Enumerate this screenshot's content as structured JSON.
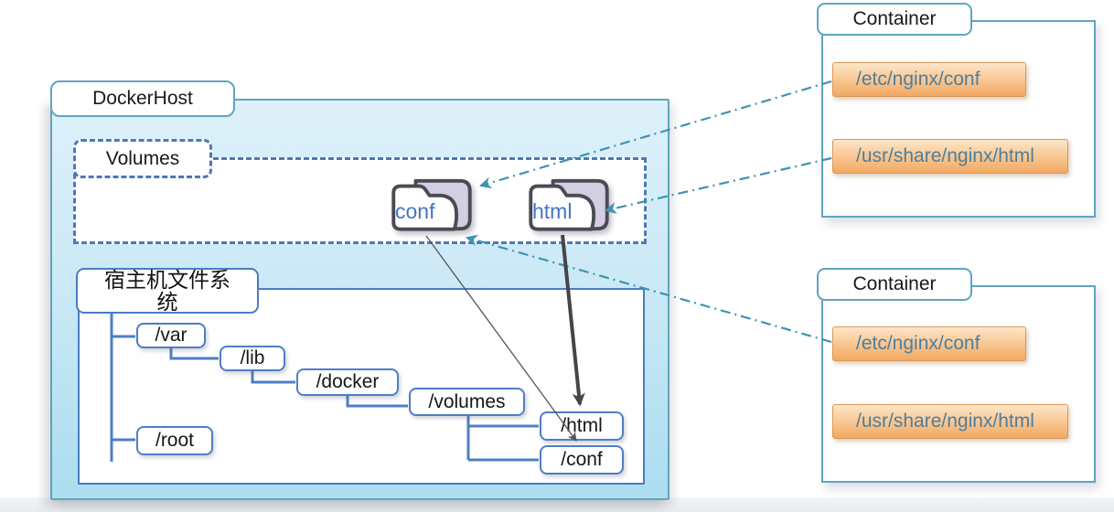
{
  "dockerhost": {
    "label": "DockerHost",
    "volumes": {
      "label": "Volumes",
      "folders": [
        {
          "name": "conf"
        },
        {
          "name": "html"
        }
      ]
    },
    "filesystem": {
      "label": "宿主机文件系统",
      "nodes": [
        {
          "label": "/var"
        },
        {
          "label": "/lib"
        },
        {
          "label": "/docker"
        },
        {
          "label": "/volumes"
        },
        {
          "label": "/html"
        },
        {
          "label": "/conf"
        },
        {
          "label": "/root"
        }
      ]
    }
  },
  "containers": [
    {
      "label": "Container",
      "paths": [
        {
          "label": "/etc/nginx/conf"
        },
        {
          "label": "/usr/share/nginx/html"
        }
      ]
    },
    {
      "label": "Container",
      "paths": [
        {
          "label": "/etc/nginx/conf"
        },
        {
          "label": "/usr/share/nginx/html"
        }
      ]
    }
  ],
  "edges": [
    {
      "from": "container-1 /etc/nginx/conf",
      "to": "volume folder conf",
      "style": "dash-dot"
    },
    {
      "from": "container-1 /usr/share/nginx/html",
      "to": "volume folder html",
      "style": "dash-dot"
    },
    {
      "from": "container-2 /etc/nginx/conf",
      "to": "volume folder conf",
      "style": "dash-dot"
    },
    {
      "from": "volume folder conf",
      "to": "host path /conf",
      "style": "thin-solid"
    },
    {
      "from": "volume folder html",
      "to": "host path /html",
      "style": "thick-solid"
    }
  ],
  "colors": {
    "teal_border": "#5fa5bf",
    "dashed_blue": "#4d79b5",
    "tree_blue": "#4f7ec4",
    "arrow_teal": "#3f93b2",
    "host_fill_top": "#def1fa",
    "host_fill_bottom": "#abddf0",
    "orange_fill_top": "#fde6c8",
    "orange_fill_bottom": "#f1a963",
    "orange_border": "#dd9854",
    "path_text": "#4e7f9b",
    "folder_text": "#4573c4"
  }
}
